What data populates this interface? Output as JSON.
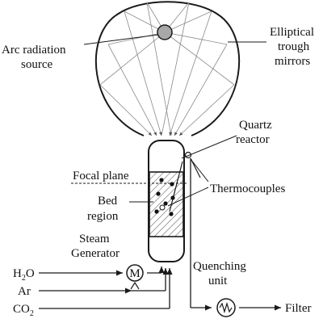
{
  "diagram": {
    "labels": {
      "arc_source": [
        "Arc radiation",
        "source"
      ],
      "mirrors": [
        "Elliptical",
        "trough",
        "mirrors"
      ],
      "quartz_reactor": [
        "Quartz",
        "reactor"
      ],
      "focal_plane": "Focal plane",
      "bed_region": [
        "Bed",
        "region"
      ],
      "thermocouples": "Thermocouples",
      "steam_generator": [
        "Steam",
        "Generator"
      ],
      "quenching_unit": [
        "Quenching",
        "unit"
      ],
      "filter": "Filter"
    },
    "inputs": {
      "h2o": {
        "main": "H",
        "sub": "2",
        "tail": "O"
      },
      "ar": "Ar",
      "co2": {
        "main": "CO",
        "sub": "2"
      }
    },
    "icons": {
      "steam_generator": "M",
      "quenching_unit": "wave-icon"
    },
    "colors": {
      "line": "#1a1a1a",
      "ray": "#8a8a8a",
      "arc_source_fill": "#a8a8a8"
    }
  }
}
